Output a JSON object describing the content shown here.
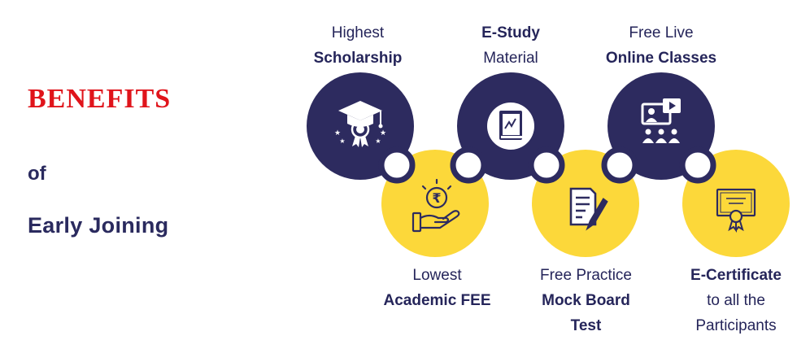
{
  "heading": {
    "title": "Benefits",
    "connector": "of",
    "subtitle": "Early Joining"
  },
  "benefits": [
    {
      "line1": "Highest",
      "line2": "Scholarship",
      "icon": "graduation-cap-medal-icon"
    },
    {
      "line1": "E-Study",
      "line2": "Material",
      "icon": "book-icon"
    },
    {
      "line1": "Free Live",
      "line2": "Online Classes",
      "icon": "online-class-screen-icon"
    },
    {
      "line1": "Lowest",
      "line2": "Academic FEE",
      "icon": "rupee-hand-icon"
    },
    {
      "line1": "Free Practice",
      "line2": "Mock Board",
      "line3": "Test",
      "icon": "document-pen-icon"
    },
    {
      "line1": "E-Certificate",
      "line2": "to all the",
      "line3": "Participants",
      "icon": "certificate-icon"
    }
  ],
  "colors": {
    "navy": "#2d2b5f",
    "yellow": "#fcd83a",
    "red": "#e0141b",
    "text": "#25255a"
  }
}
